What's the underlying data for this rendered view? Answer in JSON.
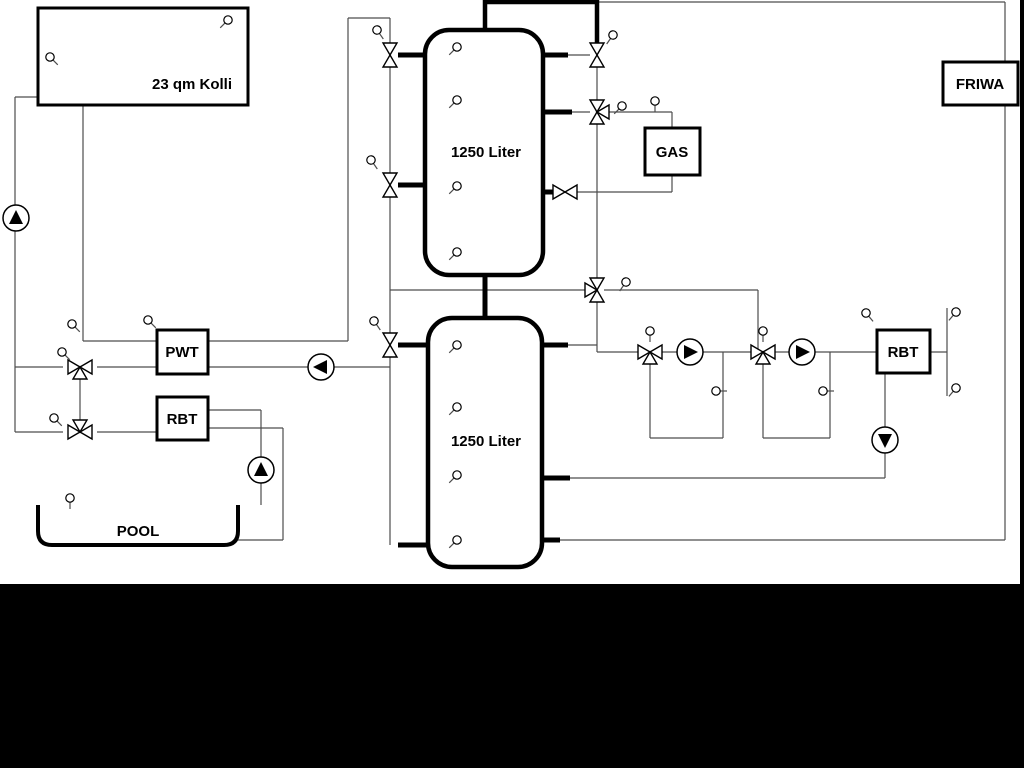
{
  "labels": {
    "collector": "23 qm Kolli",
    "tank_top": "1250 Liter",
    "tank_bottom": "1250 Liter",
    "pwt": "PWT",
    "rbt_left": "RBT",
    "rbt_right": "RBT",
    "pool": "POOL",
    "gas": "GAS",
    "friwa": "FRIWA"
  },
  "colors": {
    "background": "#ffffff",
    "pipe_thin": "#4d4d4d",
    "pipe_thick": "#000000",
    "bottom_band": "#000000"
  }
}
